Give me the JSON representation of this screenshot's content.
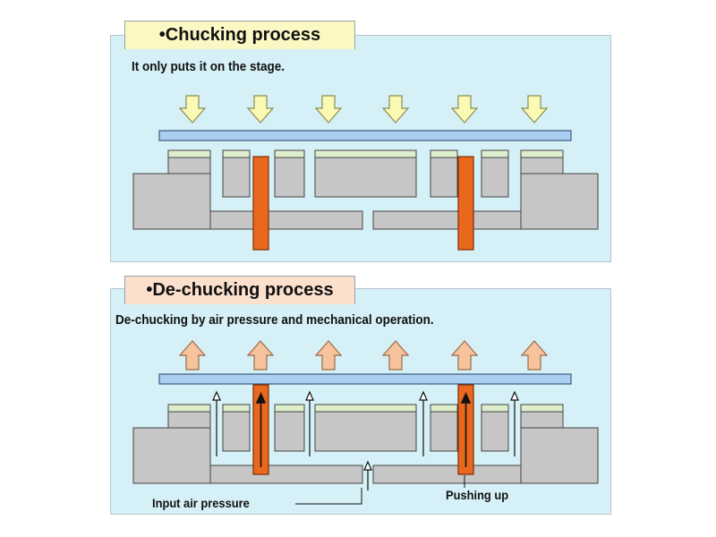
{
  "chucking": {
    "title": "•Chucking process",
    "description": "It only puts it on the stage."
  },
  "dechucking": {
    "title": "•De-chucking process",
    "description": "De-chucking by air pressure and mechanical operation.",
    "labels": {
      "air_input": "Input air pressure",
      "pushing_up": "Pushing up"
    }
  },
  "colors": {
    "panel_background": "#d5f0f6",
    "chucking_title_background": "#fbf8c4",
    "dechucking_title_background": "#fbe0cd",
    "down_arrow_fill": "#fafab4",
    "up_arrow_fill": "#f7c39c",
    "wafer_fill": "#aacff0",
    "stage_fill": "#c6c6c6",
    "pad_fill": "#ddeecd",
    "pin_fill": "#e9681e"
  }
}
